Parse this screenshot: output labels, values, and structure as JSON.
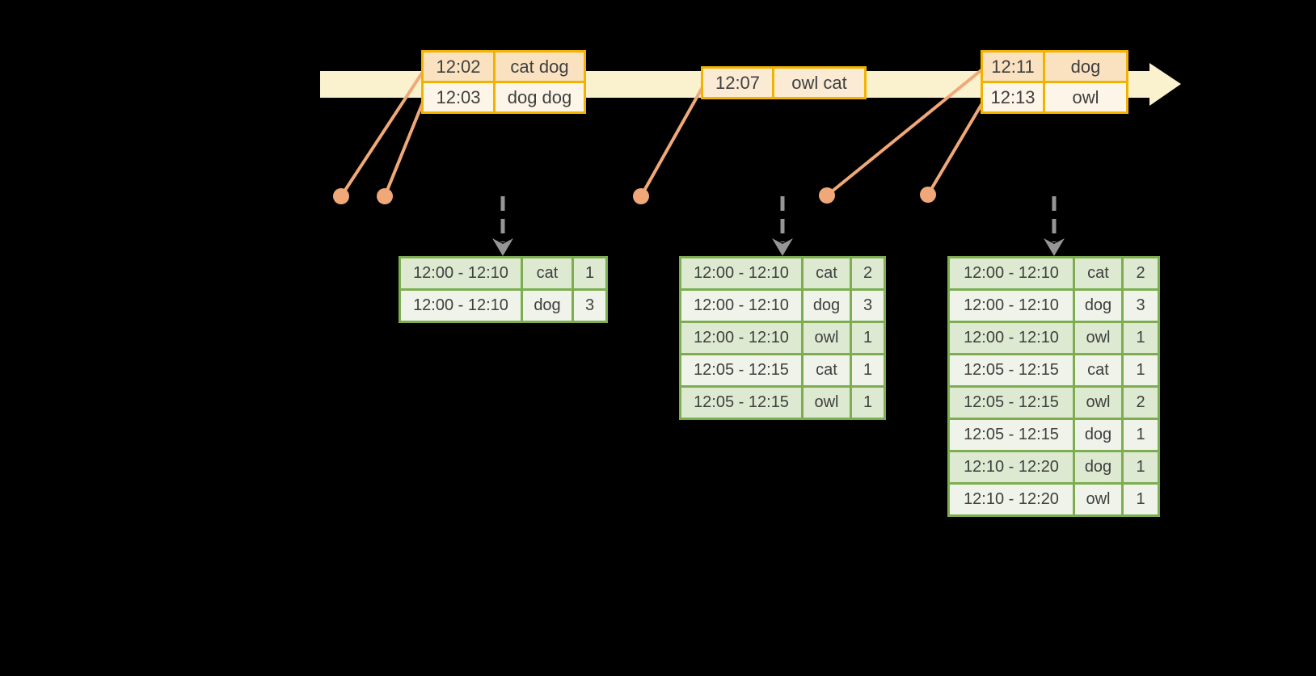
{
  "colors": {
    "background": "#000000",
    "timeline_fill": "#FAF2CF",
    "event_border": "#F0B400",
    "event_row_dark": "#FAE2C1",
    "event_row_light": "#FDF5E8",
    "event_single_fill": "#FBEBD5",
    "connector": "#F0A878",
    "trigger_arrow": "#969696",
    "result_border": "#7CAE50",
    "result_row_dark": "#DEE9D2",
    "result_row_light": "#EFF3EA",
    "text": "#3F3F3F"
  },
  "icons": {
    "timeline_arrowhead": "right-arrow",
    "trigger_arrowhead": "dashed-down-arrow",
    "event_dot": "filled-circle"
  },
  "event_stream": {
    "groups": [
      {
        "rows": [
          [
            "12:02",
            "cat dog"
          ],
          [
            "12:03",
            "dog dog"
          ]
        ]
      },
      {
        "rows": [
          [
            "12:07",
            "owl cat"
          ]
        ]
      },
      {
        "rows": [
          [
            "12:11",
            "dog"
          ],
          [
            "12:13",
            "owl"
          ]
        ]
      }
    ]
  },
  "result_tables": [
    {
      "rows": [
        [
          "12:00 - 12:10",
          "cat",
          1
        ],
        [
          "12:00 - 12:10",
          "dog",
          3
        ]
      ]
    },
    {
      "rows": [
        [
          "12:00 - 12:10",
          "cat",
          2
        ],
        [
          "12:00 - 12:10",
          "dog",
          3
        ],
        [
          "12:00 - 12:10",
          "owl",
          1
        ],
        [
          "12:05 - 12:15",
          "cat",
          1
        ],
        [
          "12:05 - 12:15",
          "owl",
          1
        ]
      ]
    },
    {
      "rows": [
        [
          "12:00 - 12:10",
          "cat",
          2
        ],
        [
          "12:00 - 12:10",
          "dog",
          3
        ],
        [
          "12:00 - 12:10",
          "owl",
          1
        ],
        [
          "12:05 - 12:15",
          "cat",
          1
        ],
        [
          "12:05 - 12:15",
          "owl",
          2
        ],
        [
          "12:05 - 12:15",
          "dog",
          1
        ],
        [
          "12:10 - 12:20",
          "dog",
          1
        ],
        [
          "12:10 - 12:20",
          "owl",
          1
        ]
      ]
    }
  ]
}
